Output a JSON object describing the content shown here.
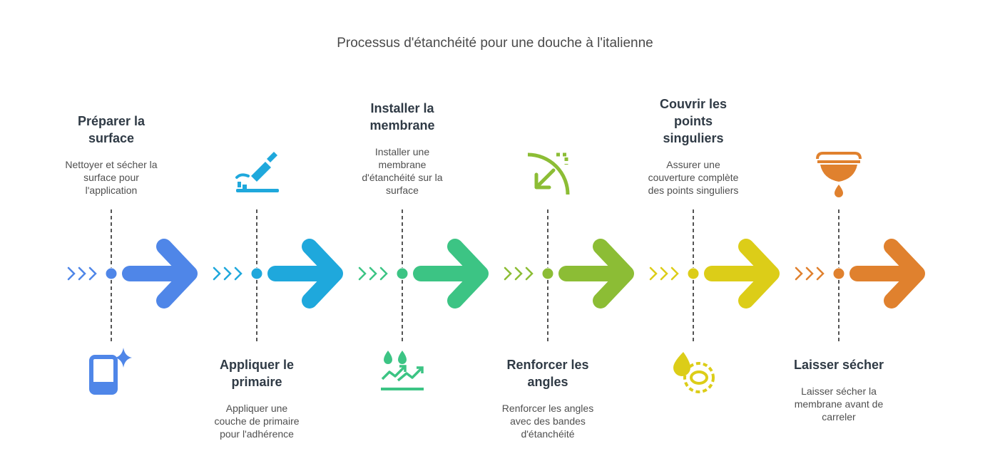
{
  "title": "Processus d'étanchéité pour une douche à l'italienne",
  "steps": [
    {
      "title_lines": [
        "Préparer la",
        "surface"
      ],
      "desc_lines": [
        "Nettoyer et sécher la",
        "surface pour",
        "l'application"
      ],
      "color": "#4f86e8",
      "icon": "tablet-sparkle-icon",
      "text_position": "top",
      "icon_position": "bottom"
    },
    {
      "title_lines": [
        "Appliquer le",
        "primaire"
      ],
      "desc_lines": [
        "Appliquer une",
        "couche de primaire",
        "pour l'adhérence"
      ],
      "color": "#1fa8dc",
      "icon": "glue-tube-icon",
      "text_position": "bottom",
      "icon_position": "top"
    },
    {
      "title_lines": [
        "Installer la",
        "membrane"
      ],
      "desc_lines": [
        "Installer une",
        "membrane",
        "d'étanchéité sur la",
        "surface"
      ],
      "color": "#3cc484",
      "icon": "water-drops-trend-icon",
      "text_position": "top",
      "icon_position": "bottom"
    },
    {
      "title_lines": [
        "Renforcer les",
        "angles"
      ],
      "desc_lines": [
        "Renforcer les angles",
        "avec des bandes",
        "d'étanchéité"
      ],
      "color": "#8cbd35",
      "icon": "corner-arrow-icon",
      "text_position": "bottom",
      "icon_position": "top"
    },
    {
      "title_lines": [
        "Couvrir les",
        "points",
        "singuliers"
      ],
      "desc_lines": [
        "Assurer une",
        "couverture complète",
        "des points singuliers"
      ],
      "color": "#dccd18",
      "icon": "drop-ring-icon",
      "text_position": "top",
      "icon_position": "bottom"
    },
    {
      "title_lines": [
        "Laisser sécher"
      ],
      "desc_lines": [
        "Laisser sécher la",
        "membrane avant de",
        "carreler"
      ],
      "color": "#e0812e",
      "icon": "dripping-bowl-icon",
      "text_position": "bottom",
      "icon_position": "top"
    }
  ]
}
